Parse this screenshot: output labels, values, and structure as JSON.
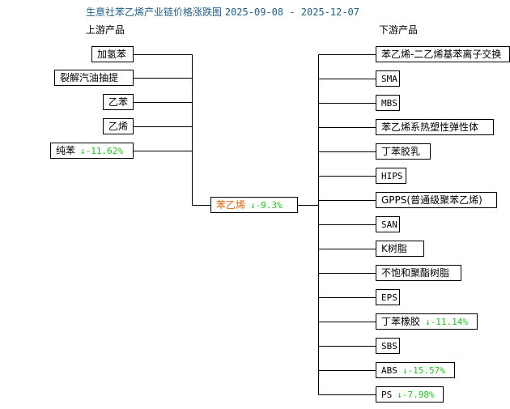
{
  "title": {
    "text": "生意社苯乙烯产业链价格涨跌图",
    "date_range": "2025-09-08 - 2025-12-07"
  },
  "upstream_header": "上游产品",
  "downstream_header": "下游产品",
  "center": {
    "label": "苯乙烯",
    "change": "↓-9.3%",
    "color": "#e06400"
  },
  "upstream": [
    {
      "label": "加氢苯",
      "change": ""
    },
    {
      "label": "裂解汽油抽提",
      "change": ""
    },
    {
      "label": "乙苯",
      "change": ""
    },
    {
      "label": "乙烯",
      "change": ""
    },
    {
      "label": "纯苯",
      "change": "↓-11.62%"
    }
  ],
  "downstream": [
    {
      "label": "苯乙烯-二乙烯基苯离子交换",
      "change": ""
    },
    {
      "label": "SMA",
      "change": ""
    },
    {
      "label": "MBS",
      "change": ""
    },
    {
      "label": "苯乙烯系热塑性弹性体",
      "change": ""
    },
    {
      "label": "丁苯胶乳",
      "change": ""
    },
    {
      "label": "HIPS",
      "change": ""
    },
    {
      "label": "GPPS(普通级聚苯乙烯)",
      "change": ""
    },
    {
      "label": "SAN",
      "change": ""
    },
    {
      "label": "K树脂",
      "change": ""
    },
    {
      "label": "不饱和聚酯树脂",
      "change": ""
    },
    {
      "label": "EPS",
      "change": ""
    },
    {
      "label": "丁苯橡胶",
      "change": "↓-11.14%"
    },
    {
      "label": "SBS",
      "change": ""
    },
    {
      "label": "ABS",
      "change": "↓-15.57%"
    },
    {
      "label": "PS",
      "change": "↓-7.98%"
    }
  ],
  "colors": {
    "title": "#1f5f8b",
    "decrease": "#19c819",
    "center": "#e06400",
    "line": "#000000"
  }
}
